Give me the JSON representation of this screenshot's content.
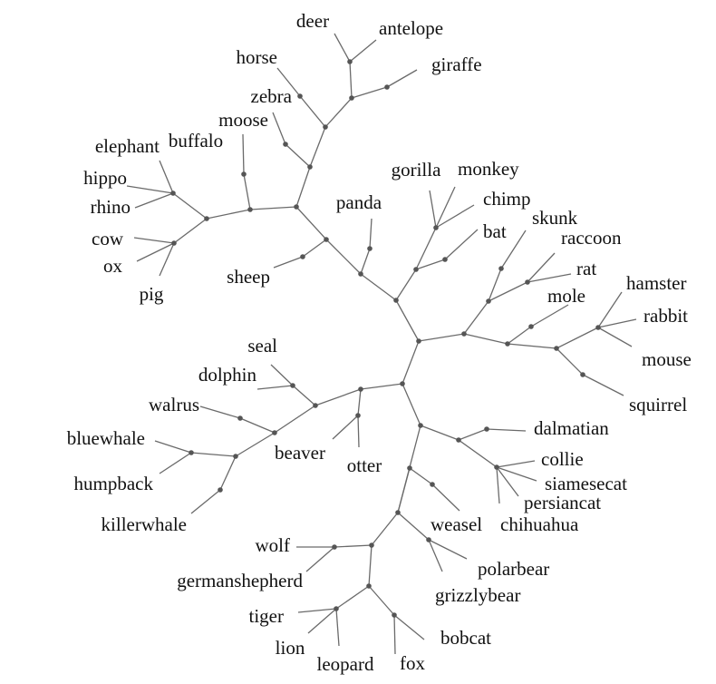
{
  "tree": {
    "leaves": [
      "deer",
      "antelope",
      "giraffe",
      "horse",
      "zebra",
      "moose",
      "buffalo",
      "elephant",
      "hippo",
      "rhino",
      "cow",
      "ox",
      "pig",
      "sheep",
      "panda",
      "gorilla",
      "monkey",
      "chimp",
      "bat",
      "skunk",
      "raccoon",
      "rat",
      "mole",
      "hamster",
      "rabbit",
      "mouse",
      "squirrel",
      "seal",
      "dolphin",
      "walrus",
      "bluewhale",
      "humpback",
      "killerwhale",
      "beaver",
      "otter",
      "dalmatian",
      "collie",
      "siamesecat",
      "persiancat",
      "chihuahua",
      "weasel",
      "wolf",
      "germanshepherd",
      "polarbear",
      "grizzlybear",
      "tiger",
      "lion",
      "leopard",
      "fox",
      "bobcat"
    ]
  },
  "colors": {
    "edge": "#6a6a6a",
    "node": "#555555",
    "label": "#111111",
    "background": "#ffffff"
  }
}
